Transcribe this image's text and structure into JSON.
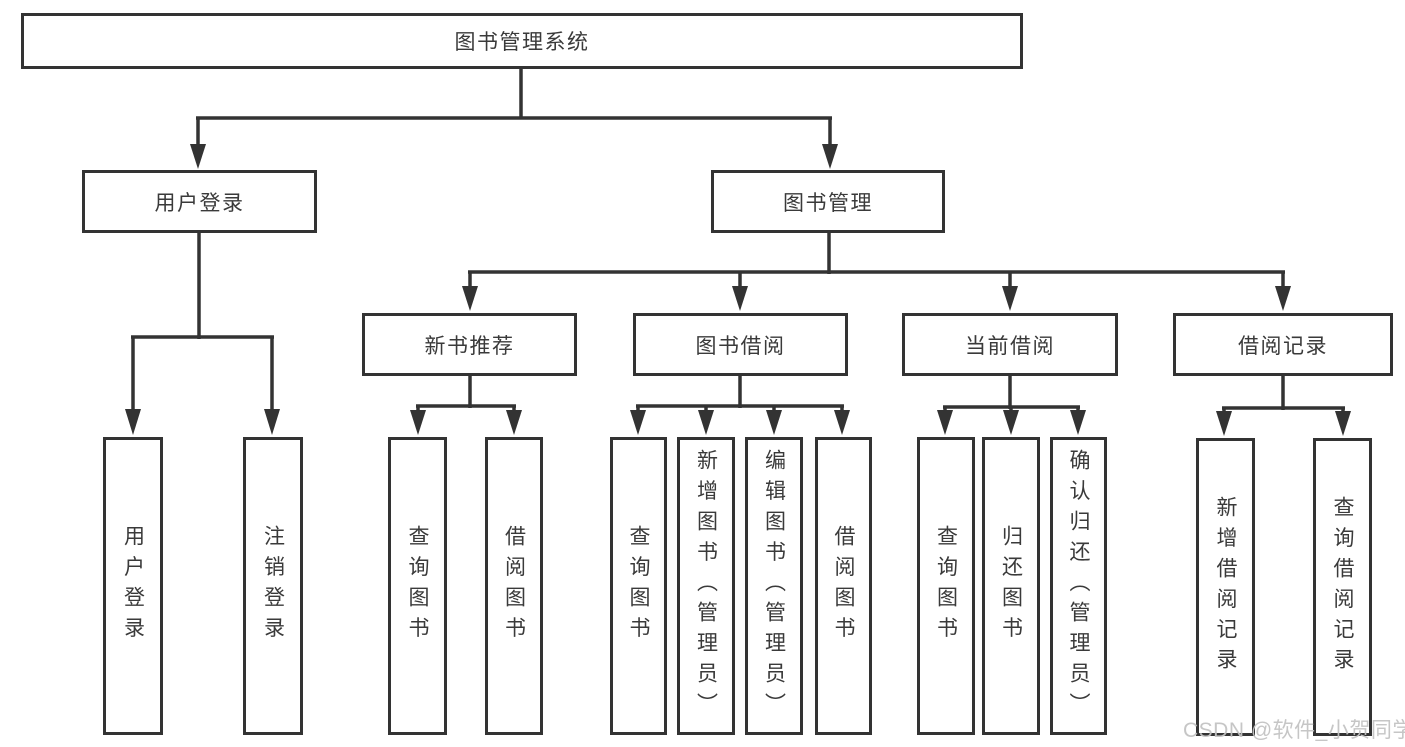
{
  "diagram": {
    "title": "图书管理系统",
    "nodes": {
      "root": "图书管理系统",
      "user_login": "用户登录",
      "book_mgmt": "图书管理",
      "new_book_rec": "新书推荐",
      "book_borrow": "图书借阅",
      "current_borrow": "当前借阅",
      "borrow_record": "借阅记录",
      "leaf_user_login": "用户登录",
      "leaf_logout": "注销登录",
      "leaf_nb_query": "查询图书",
      "leaf_nb_borrow": "借阅图书",
      "leaf_bb_query": "查询图书",
      "leaf_bb_add": "新增图书（管理员）",
      "leaf_bb_edit": "编辑图书（管理员）",
      "leaf_bb_borrow": "借阅图书",
      "leaf_cb_query": "查询图书",
      "leaf_cb_return": "归还图书",
      "leaf_cb_confirm": "确认归还（管理员）",
      "leaf_br_add": "新增借阅记录",
      "leaf_br_query": "查询借阅记录"
    },
    "colors": {
      "line": "#333333",
      "text": "#3a3a3a",
      "background": "#ffffff",
      "watermark": "#c3c3c3"
    }
  },
  "watermark": {
    "text": "CSDN @软件_小贺同学"
  }
}
